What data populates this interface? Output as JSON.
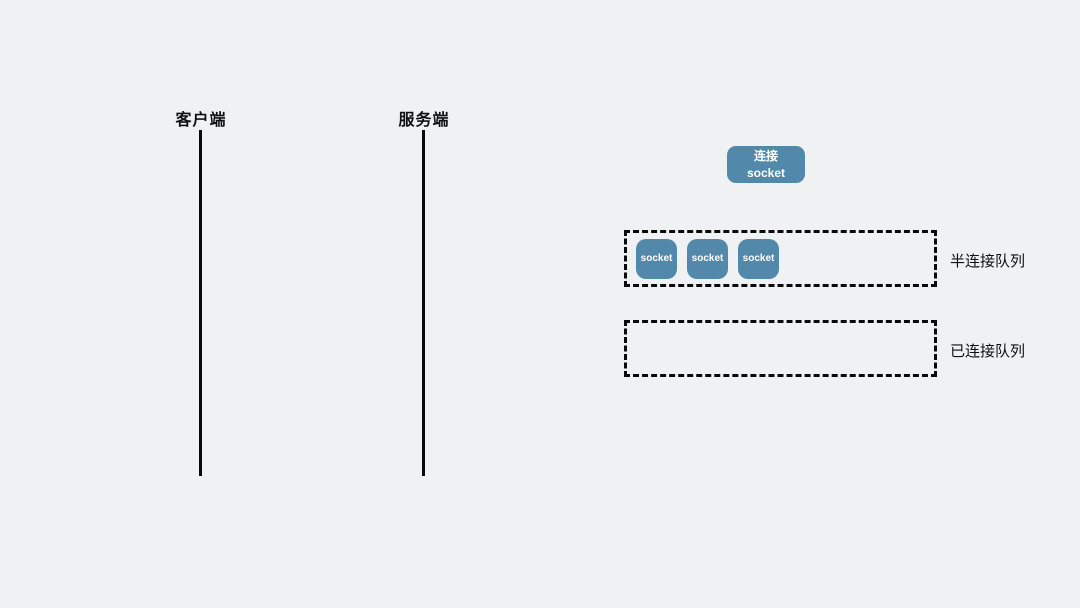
{
  "diagram": {
    "title_implied": "TCP socket connection queues",
    "lifelines": {
      "client_label": "客户端",
      "server_label": "服务端"
    },
    "connect_box": {
      "line1": "连接",
      "line2": "socket"
    },
    "syn_queue": {
      "label": "半连接队列",
      "sockets": [
        "socket",
        "socket",
        "socket"
      ]
    },
    "accept_queue": {
      "label": "已连接队列",
      "sockets": []
    },
    "colors": {
      "background": "#f0f1f3",
      "socket_blue": "#5289aa",
      "line_black": "#0a0a0a",
      "text_black": "#111111",
      "chip_text_white": "#ffffff"
    }
  }
}
